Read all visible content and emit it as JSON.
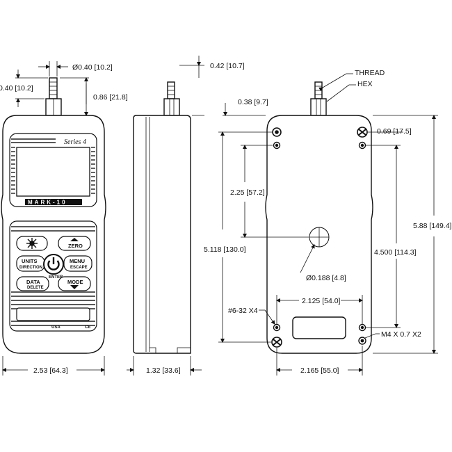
{
  "front": {
    "series_label": "Series 4",
    "brand": "MARK-10",
    "dim_shaft_dia": "Ø0.40 [10.2]",
    "dim_shaft_len": "0.40 [10.2]",
    "dim_hex_len": "0.86 [21.8]",
    "dim_width": "2.53 [64.3]",
    "usa": "USA",
    "ce": "CE",
    "keys": {
      "units": "UNITS",
      "units_sub": "DIRECTION",
      "zero": "ZERO",
      "menu": "MENU",
      "menu_sub": "ESCAPE",
      "data": "DATA",
      "data_sub": "DELETE",
      "mode": "MODE",
      "enter": "ENTER"
    }
  },
  "side": {
    "dim_top": "0.42 [10.7]",
    "dim_depth": "1.32 [33.6]"
  },
  "back": {
    "thread": "THREAD",
    "hex": "HEX",
    "dim_top_offset": "0.38 [9.7]",
    "dim_hole_top": "0.69 [17.5]",
    "dim_upper": "2.25 [57.2]",
    "dim_left_span": "5.118 [130.0]",
    "dim_total_height": "5.88 [149.4]",
    "dim_right_span": "4.500 [114.3]",
    "dim_center_hole": "Ø0.188 [4.8]",
    "dim_hole_spacing": "2.125 [54.0]",
    "screw_left": "#6-32 X4",
    "screw_right": "M4 X 0.7 X2",
    "dim_width": "2.165 [55.0]"
  }
}
